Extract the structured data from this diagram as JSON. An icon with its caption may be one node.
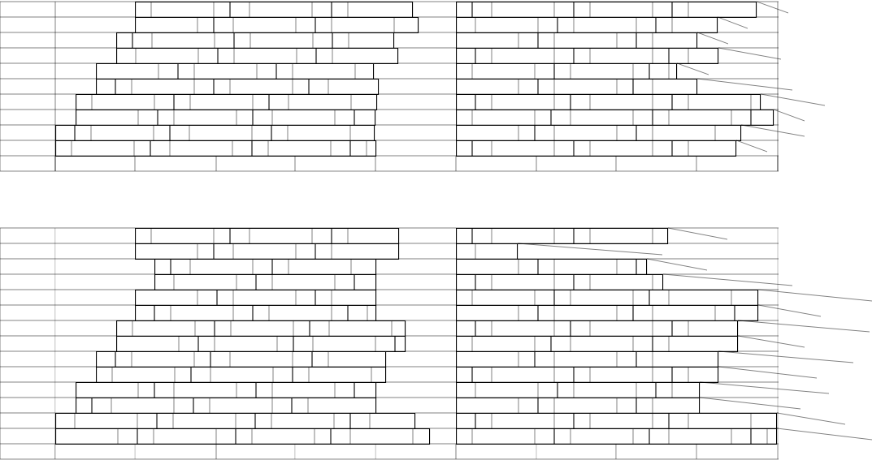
{
  "diagram": {
    "nodes": [
      {
        "text": [],
        "shape": "bar"
      },
      {
        "text": [],
        "shape": "bar"
      },
      {
        "text": [],
        "shape": "bar"
      },
      {
        "text": [],
        "shape": "bar"
      },
      {
        "text": [],
        "shape": "bar"
      },
      {
        "text": [],
        "shape": "bar"
      },
      {
        "text": [],
        "shape": "bar"
      },
      {
        "text": [],
        "shape": "bar"
      },
      {
        "text": [],
        "shape": "bar"
      },
      {
        "text": [],
        "shape": "bar"
      },
      {
        "text": [],
        "shape": "bar"
      },
      {
        "text": [],
        "shape": "bar"
      },
      {
        "text": [],
        "shape": "bar"
      },
      {
        "text": [],
        "shape": "bar"
      },
      {
        "text": [],
        "shape": "bar"
      },
      {
        "text": [],
        "shape": "bar"
      },
      {
        "text": [],
        "shape": "bar"
      },
      {
        "text": [],
        "shape": "bar"
      },
      {
        "text": [],
        "shape": "bar"
      },
      {
        "text": [],
        "shape": "bar"
      },
      {
        "text": [],
        "shape": "bar"
      },
      {
        "text": [],
        "shape": "bar"
      },
      {
        "text": [],
        "shape": "bar"
      },
      {
        "text": [],
        "shape": "bar"
      },
      {
        "text": [],
        "shape": "bar"
      },
      {
        "text": [],
        "shape": "bar"
      },
      {
        "text": [],
        "shape": "bar"
      },
      {
        "text": [],
        "shape": "bar"
      },
      {
        "text": [],
        "shape": "bar"
      },
      {
        "text": [],
        "shape": "bar"
      },
      {
        "text": [],
        "shape": "bar"
      },
      {
        "text": [],
        "shape": "bar"
      },
      {
        "text": [],
        "shape": "bar"
      },
      {
        "text": [],
        "shape": "bar"
      },
      {
        "text": [],
        "shape": "bar"
      },
      {
        "text": [],
        "shape": "bar"
      },
      {
        "text": [],
        "shape": "bar"
      },
      {
        "text": [],
        "shape": "bar"
      },
      {
        "text": [],
        "shape": "bar"
      },
      {
        "text": [],
        "shape": "bar"
      },
      {
        "text": [],
        "shape": "bar"
      },
      {
        "text": [],
        "shape": "bar"
      },
      {
        "text": [],
        "shape": "bar"
      },
      {
        "text": [],
        "shape": "bar"
      },
      {
        "text": [],
        "shape": "bar"
      },
      {
        "text": [],
        "shape": "bar"
      },
      {
        "text": [],
        "shape": "bar"
      },
      {
        "text": [],
        "shape": "bar"
      }
    ],
    "edges": [
      {
        "from": 1,
        "to": null,
        "arrow": "none"
      },
      {
        "from": 3,
        "to": null,
        "arrow": "none"
      },
      {
        "from": 5,
        "to": null,
        "arrow": "none"
      },
      {
        "from": 7,
        "to": null,
        "arrow": "none"
      },
      {
        "from": 9,
        "to": null,
        "arrow": "none"
      },
      {
        "from": 11,
        "to": null,
        "arrow": "none"
      },
      {
        "from": 13,
        "to": null,
        "arrow": "none"
      },
      {
        "from": 15,
        "to": null,
        "arrow": "none"
      },
      {
        "from": 17,
        "to": null,
        "arrow": "none"
      },
      {
        "from": 19,
        "to": null,
        "arrow": "none"
      },
      {
        "from": 21,
        "to": null,
        "arrow": "none"
      },
      {
        "from": 23,
        "to": null,
        "arrow": "none"
      },
      {
        "from": 25,
        "to": null,
        "arrow": "none"
      },
      {
        "from": 27,
        "to": null,
        "arrow": "none"
      },
      {
        "from": 29,
        "to": null,
        "arrow": "none"
      },
      {
        "from": 31,
        "to": null,
        "arrow": "none"
      },
      {
        "from": 33,
        "to": null,
        "arrow": "none"
      },
      {
        "from": 35,
        "to": null,
        "arrow": "none"
      },
      {
        "from": 37,
        "to": null,
        "arrow": "none"
      },
      {
        "from": 39,
        "to": null,
        "arrow": "none"
      },
      {
        "from": 41,
        "to": null,
        "arrow": "none"
      },
      {
        "from": 43,
        "to": null,
        "arrow": "none"
      },
      {
        "from": 45,
        "to": null,
        "arrow": "none"
      },
      {
        "from": 47,
        "to": null,
        "arrow": "none"
      }
    ]
  }
}
